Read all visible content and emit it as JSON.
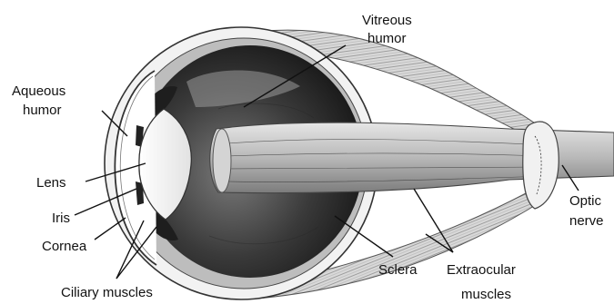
{
  "labels": {
    "vitreous_line1": "Vitreous",
    "vitreous_line2": "humor",
    "aqueous_line1": "Aqueous",
    "aqueous_line2": "humor",
    "lens": "Lens",
    "iris": "Iris",
    "cornea": "Cornea",
    "ciliary": "Ciliary muscles",
    "sclera": "Sclera",
    "extraocular_line1": "Extraocular",
    "extraocular_line2": "muscles",
    "optic_line1": "Optic",
    "optic_line2": "nerve"
  }
}
